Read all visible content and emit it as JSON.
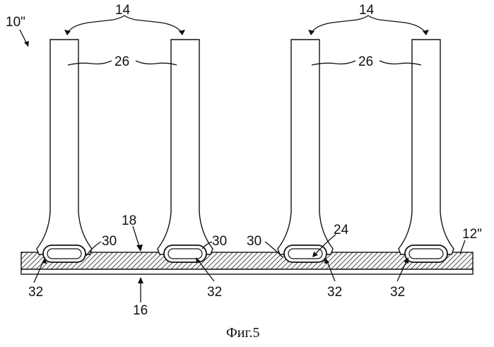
{
  "figure": {
    "caption": "Фиг.5",
    "labels": {
      "assembly": "10\"",
      "fin_group": "14",
      "fin_body": "26",
      "upper_surface": "18",
      "lower_surface": "16",
      "plate": "12\"",
      "bond": "30",
      "joint": "32",
      "tube": "24"
    }
  }
}
